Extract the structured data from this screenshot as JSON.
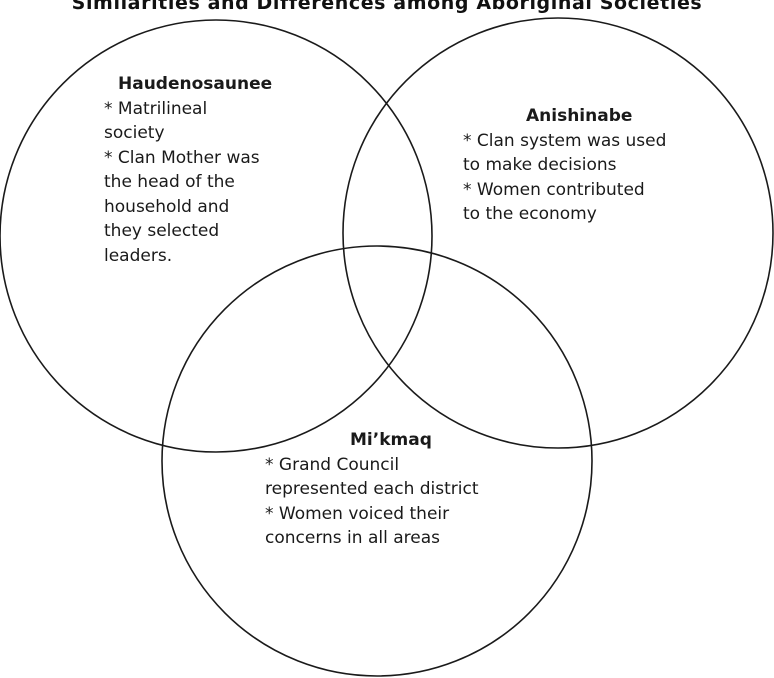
{
  "title": "Similarities and Differences among Aboriginal Societies",
  "colors": {
    "stroke": "#1a1a1a",
    "background": "#ffffff",
    "text": "#1a1a1a"
  },
  "sets": [
    {
      "name": "Haudenosaunee",
      "items": [
        "* Matrilineal\nsociety",
        "* Clan Mother was\nthe head of the\nhousehold and\nthey selected\nleaders."
      ]
    },
    {
      "name": "Anishinabe",
      "items": [
        "* Clan system was used\nto make decisions",
        "* Women contributed\nto the economy"
      ]
    },
    {
      "name": "Mi’kmaq",
      "items": [
        "* Grand Council\nrepresented each district",
        "* Women voiced their\nconcerns in all areas"
      ]
    }
  ]
}
